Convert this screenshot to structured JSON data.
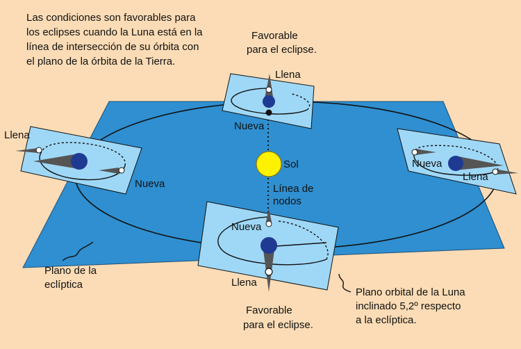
{
  "intro_text": [
    "Las condiciones son favorables para",
    "los eclipses cuando la Luna está en la",
    "línea de intersección de su órbita con",
    "el plano de la órbita de la Tierra."
  ],
  "labels": {
    "favorable_top": [
      "Favorable",
      "para el eclipse."
    ],
    "favorable_bottom": [
      "Favorable",
      "para el eclipse."
    ],
    "sun": "Sol",
    "node_line": [
      "Línea de",
      "nodos"
    ],
    "ecliptic_plane": [
      "Plano de la",
      "eclíptica"
    ],
    "moon_orbit_plane": [
      "Plano orbital de la Luna",
      "inclinado 5,2º respecto",
      "a la eclíptica."
    ]
  },
  "positions": {
    "top": {
      "full": "Llena",
      "new": "Nueva"
    },
    "left": {
      "full": "Llena",
      "new": "Nueva"
    },
    "right": {
      "full": "Llena",
      "new": "Nueva"
    },
    "bottom": {
      "full": "Llena",
      "new": "Nueva"
    }
  },
  "colors": {
    "background": "#fbdcb6",
    "ecliptic_plane": "#2f8fd0",
    "moon_plane": "#9fd8f7",
    "earth": "#1f3a93",
    "sun": "#fff200",
    "shadow": "#555555"
  }
}
